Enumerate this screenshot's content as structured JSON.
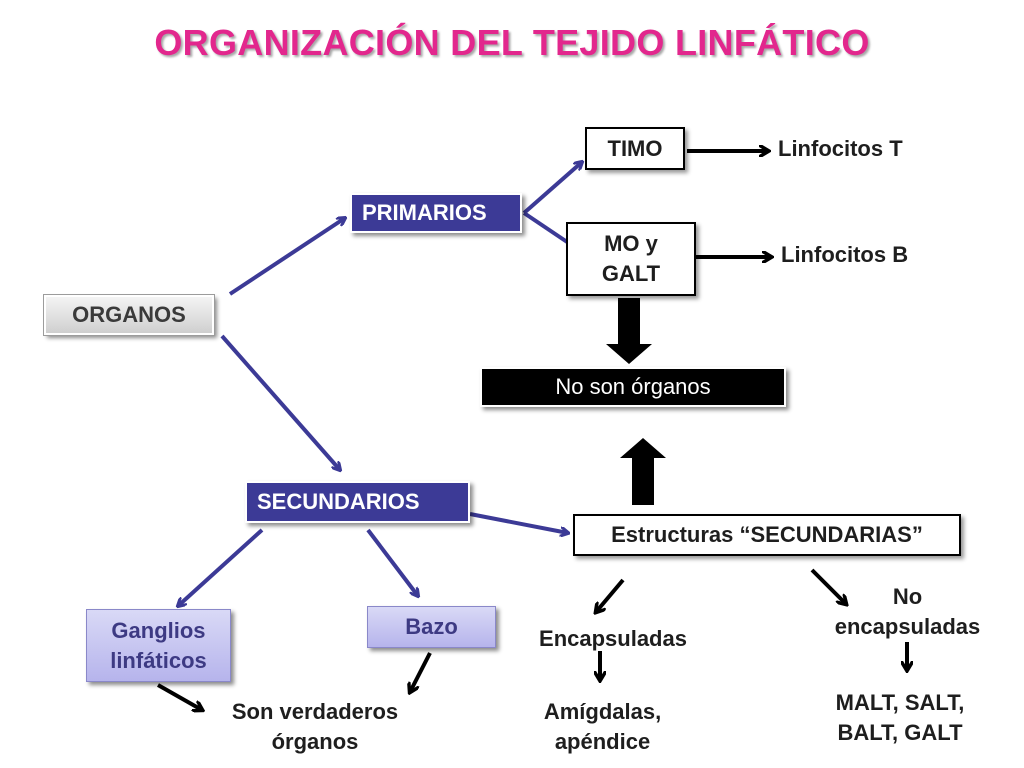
{
  "title": "ORGANIZACIÓN DEL TEJIDO LINFÁTICO",
  "colors": {
    "title": "#e2278d",
    "blue_box": "#3c3a96",
    "lavender_box": "#c8c6f1",
    "arrow_blue": "#3c3a96",
    "arrow_black": "#000000"
  },
  "nodes": {
    "organos": "ORGANOS",
    "primarios": "PRIMARIOS",
    "secundarios": "SECUNDARIOS",
    "timo": "TIMO",
    "mo_galt": "MO y\nGALT",
    "linfocitos_t": "Linfocitos T",
    "linfocitos_b": "Linfocitos B",
    "no_son_organos": "No son órganos",
    "estructuras_secundarias": "Estructuras “SECUNDARIAS”",
    "ganglios": "Ganglios\nlinfáticos",
    "bazo": "Bazo",
    "son_verdaderos": "Son verdaderos\nórganos",
    "encapsuladas": "Encapsuladas",
    "amigdalas": "Amígdalas,\napéndice",
    "no_encapsuladas": "No\nencapsuladas",
    "malt": "MALT, SALT,\nBALT, GALT"
  }
}
